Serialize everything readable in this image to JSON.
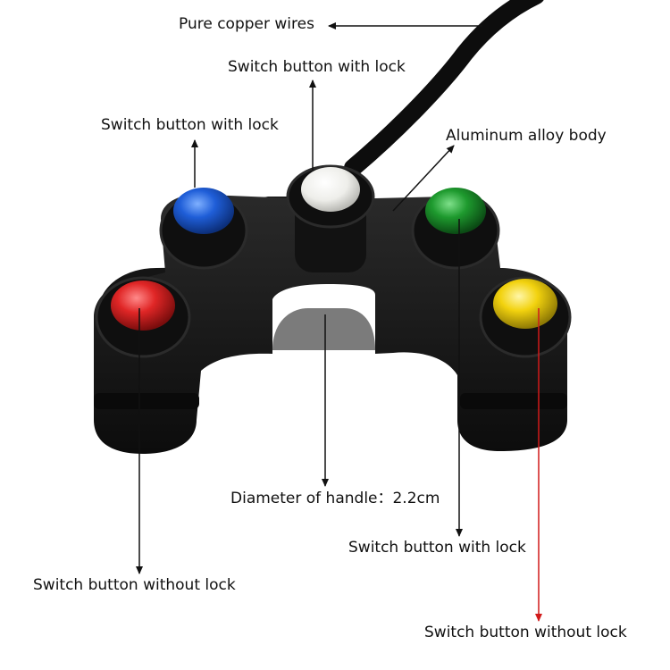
{
  "labels": {
    "wires": "Pure copper wires",
    "top_center": "Switch button with lock",
    "top_left": "Switch button with lock",
    "body": "Aluminum alloy body",
    "handle": "Diameter of handle：2.2cm",
    "right_green": "Switch button with lock",
    "left_red": "Switch button without lock",
    "right_yellow": "Switch button without lock"
  },
  "buttons": [
    {
      "id": "blue",
      "color": "#1f5ed8"
    },
    {
      "id": "white",
      "color": "#f4f4f2"
    },
    {
      "id": "green",
      "color": "#1e9a2e"
    },
    {
      "id": "red",
      "color": "#e02626"
    },
    {
      "id": "yellow",
      "color": "#f2d20e"
    }
  ],
  "colors": {
    "arrow": "#111111",
    "arrow_red": "#d11a1a",
    "body": "#161616"
  }
}
